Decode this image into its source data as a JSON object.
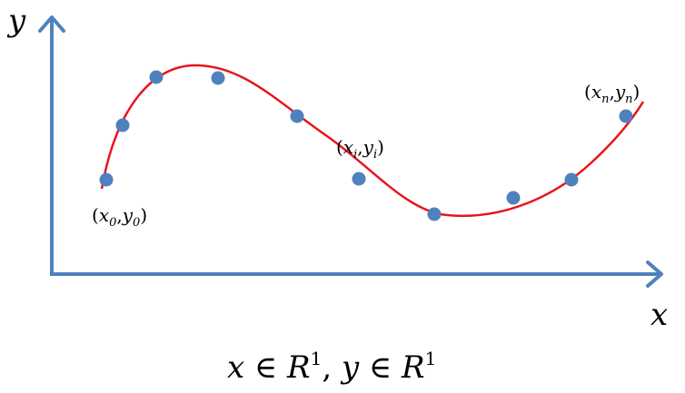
{
  "axes": {
    "y_label": "y",
    "x_label": "x"
  },
  "points": {
    "first": {
      "open": "(",
      "x": "x",
      "x_sub": "0",
      "comma": ",",
      "y": "y",
      "y_sub": "0",
      "close": ")"
    },
    "middle": {
      "open": "(",
      "x": "x",
      "x_sub": "i",
      "comma": ",",
      "y": "y",
      "y_sub": "i",
      "close": ")"
    },
    "last": {
      "open": "(",
      "x": "x",
      "x_sub": "n",
      "comma": ",",
      "y": "y",
      "y_sub": "n",
      "close": ")"
    }
  },
  "caption": {
    "x": "x",
    "in1": " ∈ ",
    "r1": "R",
    "sup1": "1",
    "sep": ", ",
    "y": "y",
    "in2": " ∈ ",
    "r2": "R",
    "sup2": "1"
  },
  "colors": {
    "axis": "#4f81bd",
    "curve": "#e8141c",
    "points": "#4f81bd"
  },
  "sample_point_count": 10
}
